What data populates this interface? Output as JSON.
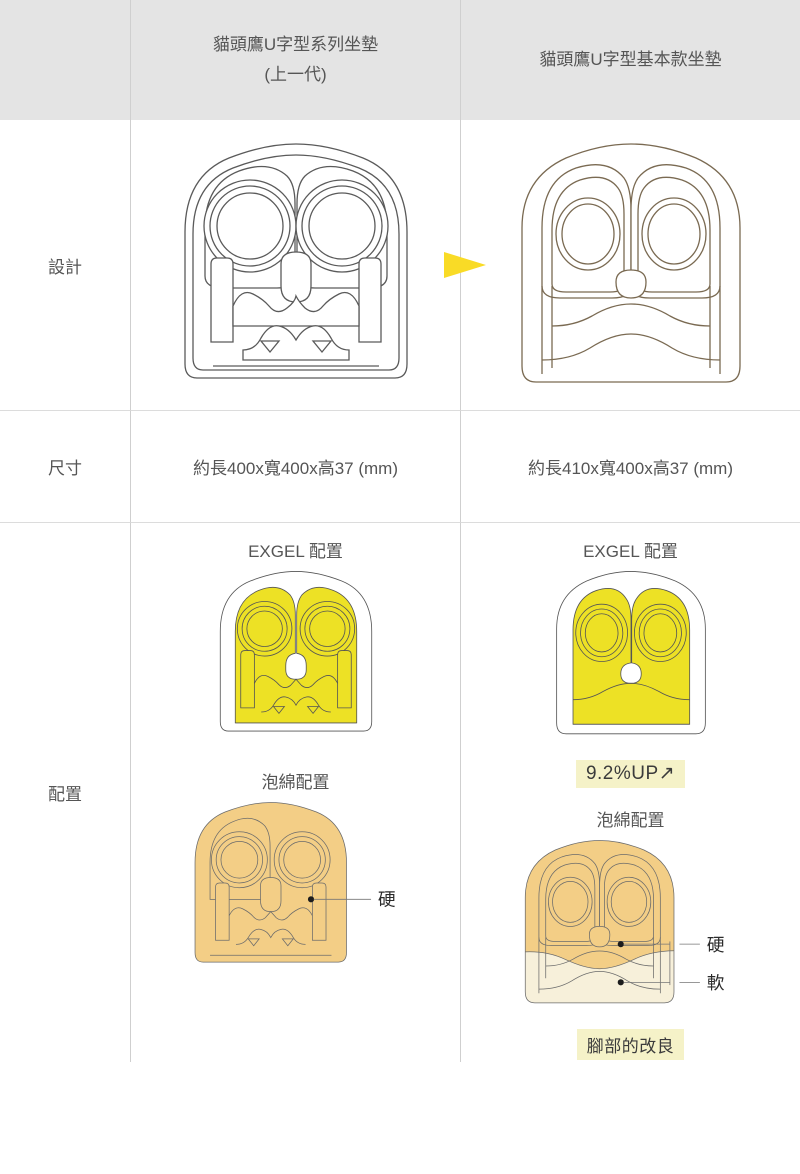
{
  "header": {
    "corner": "",
    "left_title_line1": "貓頭鷹U字型系列坐墊",
    "left_title_line2": "(上一代)",
    "right_title": "貓頭鷹U字型基本款坐墊"
  },
  "rows": {
    "design": {
      "label": "設計",
      "transition_icon": "right-arrow-icon",
      "left_illustration": "owl-u-cushion-outline-previous",
      "right_illustration": "owl-u-cushion-outline-basic"
    },
    "size": {
      "label": "尺寸",
      "left_value": "約長400x寬400x高37 (mm)",
      "right_value": "約長410x寬400x高37 (mm)"
    },
    "configuration": {
      "label": "配置",
      "exgel_label": "EXGEL 配置",
      "foam_label": "泡綿配置",
      "left_exgel_illustration": "exgel-layout-previous",
      "right_exgel_illustration": "exgel-layout-basic",
      "exgel_increase_badge": "9.2%UP↗",
      "left_foam_illustration": "foam-layout-previous",
      "right_foam_illustration": "foam-layout-basic",
      "hardness_hard": "硬",
      "hardness_soft": "軟",
      "foot_improvement_badge": "腳部的改良"
    }
  },
  "colors": {
    "header_background": "#e4e4e4",
    "text": "#555555",
    "arrow_yellow": "#F9DB26",
    "exgel_yellow": "#EDE125",
    "foam_orange": "#F3CE86",
    "foam_soft": "#F7F0DA",
    "badge_background": "#F5F2C8",
    "outline_gray": "#5a5a5a",
    "outline_brown": "#7a6a52",
    "divider": "#dcdcdc"
  }
}
